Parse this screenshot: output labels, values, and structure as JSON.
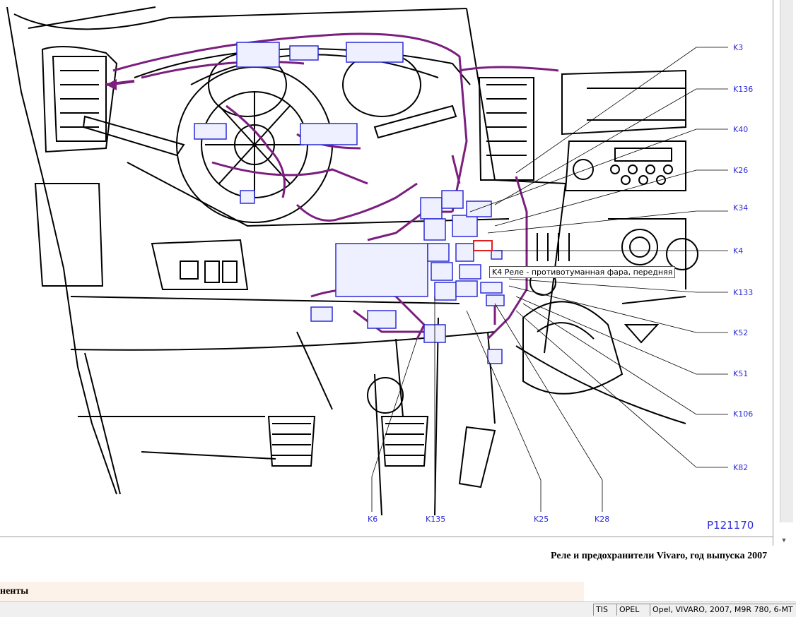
{
  "diagram": {
    "image_code": "P121170",
    "callouts": [
      "K3",
      "K136",
      "K40",
      "K26",
      "K34",
      "K4",
      "K133",
      "K52",
      "K51",
      "K106",
      "K82",
      "K6",
      "K135",
      "K25",
      "K28"
    ],
    "tooltip": "K4 Реле - противотуманная фара, передняя",
    "colors": {
      "outline": "#000000",
      "harness": "#7b1e7e",
      "component": "#2b2bd6",
      "highlight": "#e02020"
    }
  },
  "document": {
    "title": "Реле и предохранители Vivaro, год выпуска 2007",
    "section_header": "ненты"
  },
  "status_bar": {
    "system": "TIS",
    "brand": "OPEL",
    "vehicle": "Opel, VIVARO, 2007, M9R 780, 6-MT"
  }
}
